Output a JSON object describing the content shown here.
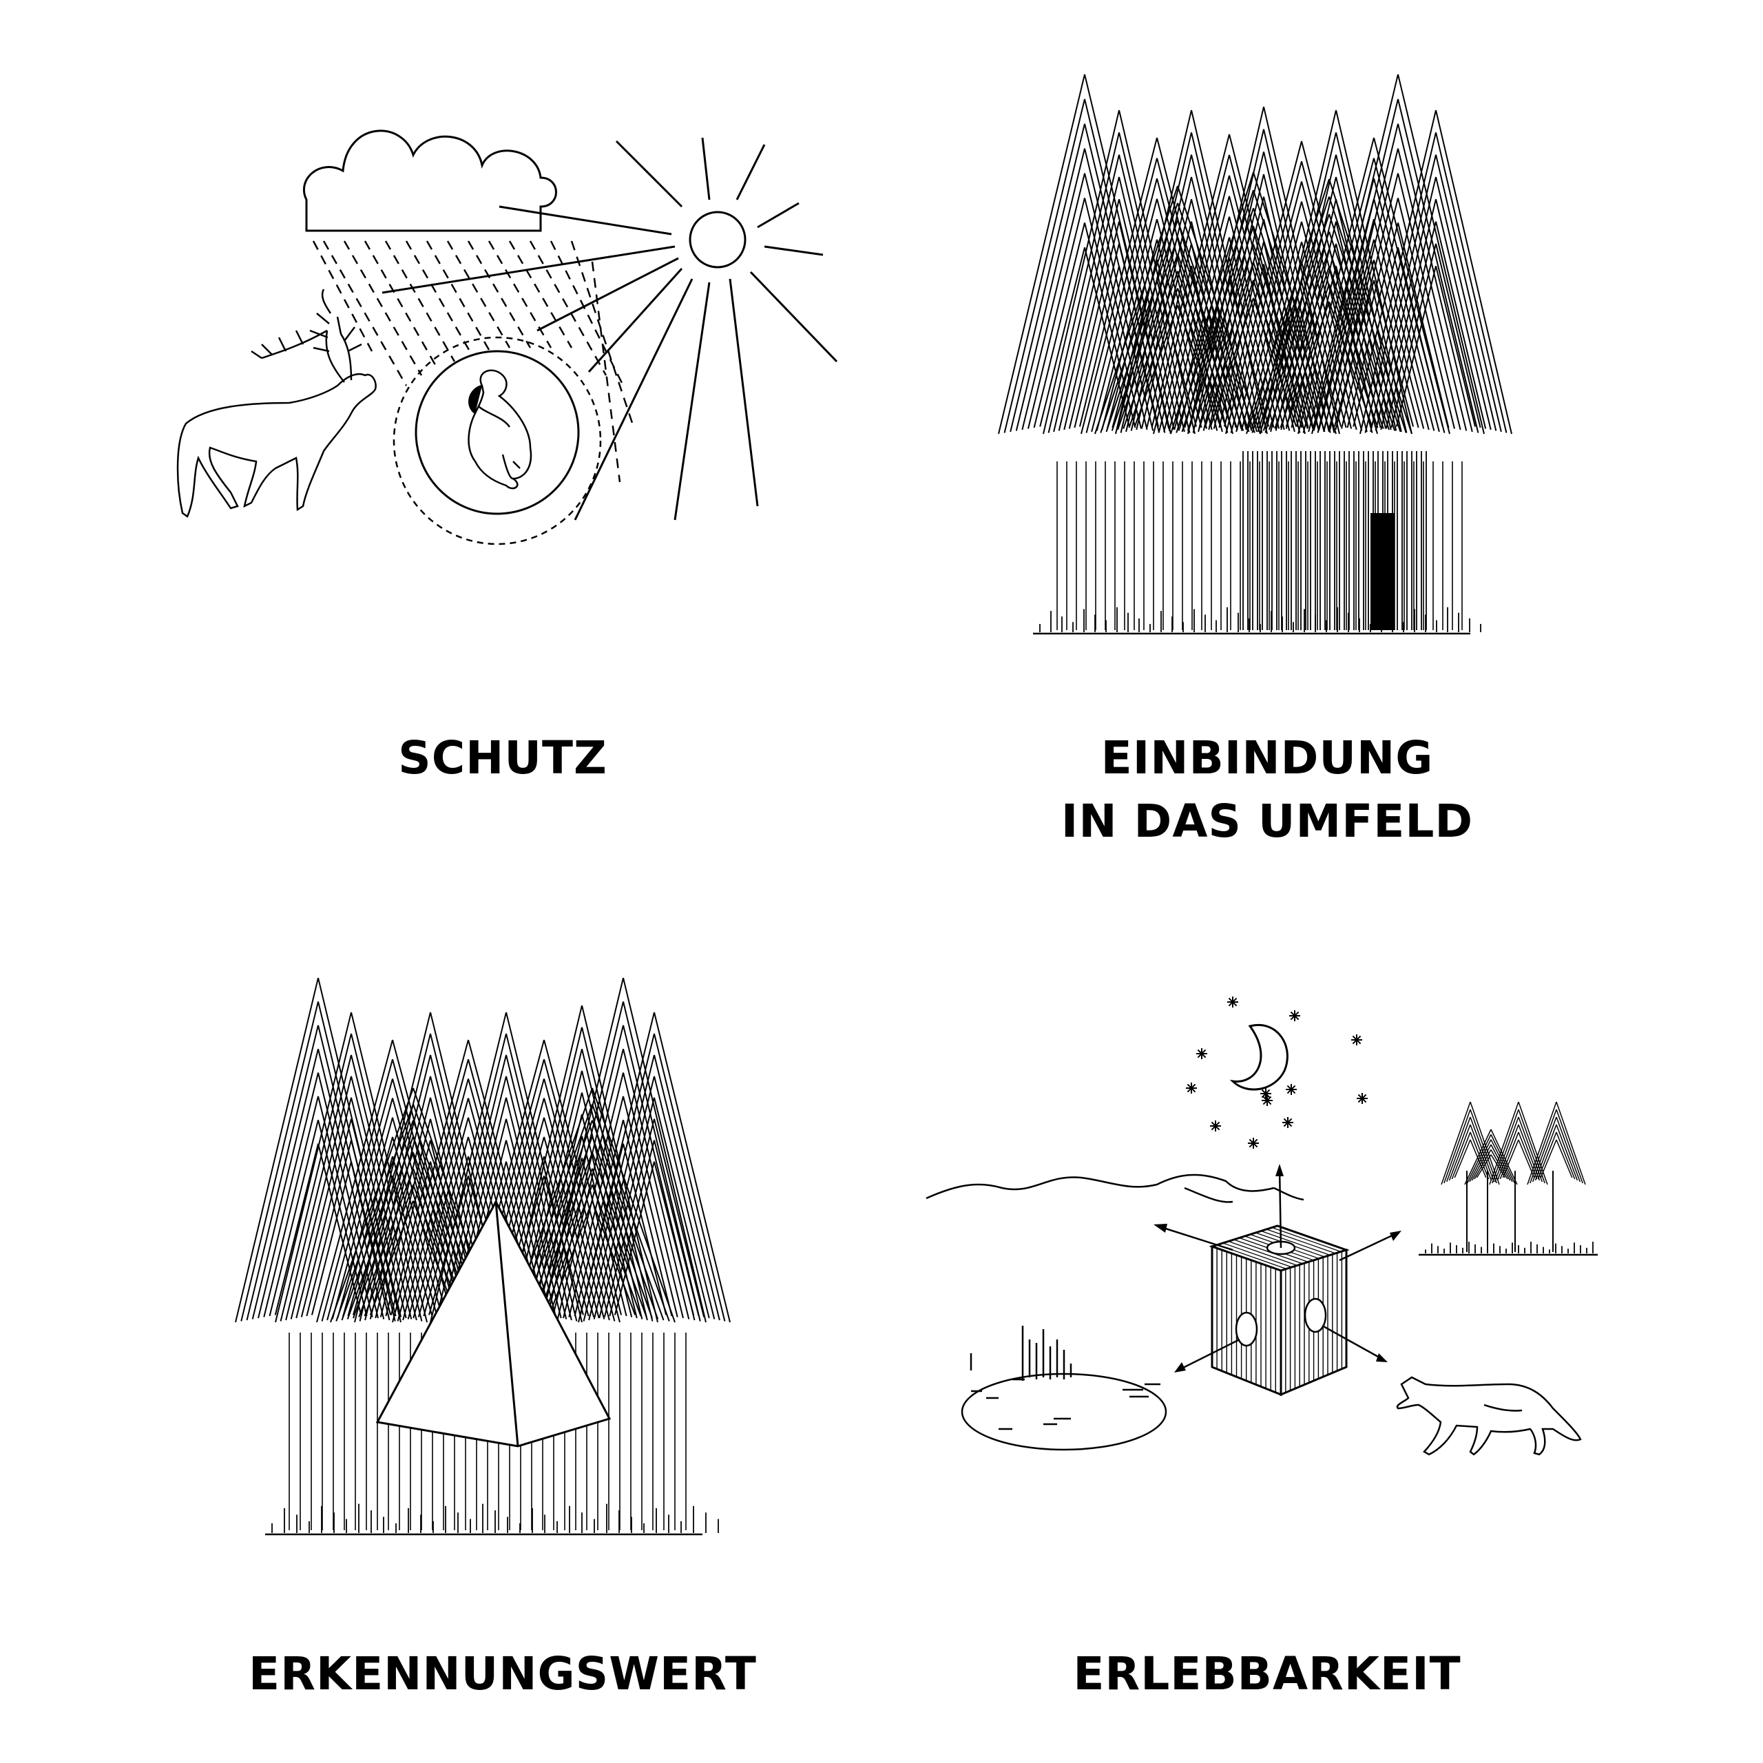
{
  "panels": [
    {
      "id": "schutz",
      "title_lines": [
        "SCHUTZ"
      ]
    },
    {
      "id": "einbindung",
      "title_lines": [
        "EINBINDUNG",
        "IN DAS UMFELD"
      ]
    },
    {
      "id": "erkennungswert",
      "title_lines": [
        "ERKENNUNGSWERT"
      ]
    },
    {
      "id": "erlebbarkeit",
      "title_lines": [
        "ERLEBBARKEIT"
      ]
    }
  ],
  "colors": {
    "ink": "#000000",
    "paper": "#ffffff"
  },
  "icons": [
    "cloud-icon",
    "rain-icon",
    "sun-icon",
    "deer-icon",
    "person-icon",
    "forest-icon",
    "house-icon",
    "tent-icon",
    "moon-icon",
    "star-icon",
    "cube-icon",
    "fox-icon",
    "pond-icon",
    "hills-icon"
  ]
}
